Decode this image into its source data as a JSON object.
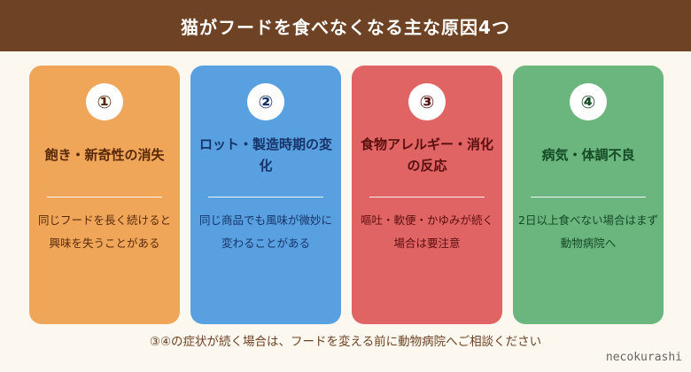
{
  "header": {
    "title": "猫がフードを食べなくなる主な原因4つ"
  },
  "cards": [
    {
      "number": "①",
      "title": "飽き・新奇性の消失",
      "description": "同じフードを長く続けると興味を失うことがある",
      "color": "#f0a659",
      "text_color": "#5a2a08"
    },
    {
      "number": "②",
      "title": "ロット・製造時期の変化",
      "description": "同じ商品でも風味が微妙に変わることがある",
      "color": "#58a0e0",
      "text_color": "#16346a"
    },
    {
      "number": "③",
      "title": "食物アレルギー・消化の反応",
      "description": "嘔吐・軟便・かゆみが続く場合は要注意",
      "color": "#e06464",
      "text_color": "#5a0f0f"
    },
    {
      "number": "④",
      "title": "病気・体調不良",
      "description": "2日以上食べない場合はまず動物病院へ",
      "color": "#6bb57e",
      "text_color": "#144a24"
    }
  ],
  "footnote": "③④の症状が続く場合は、フードを変える前に動物病院へご相談ください",
  "brand": "necokurashi"
}
